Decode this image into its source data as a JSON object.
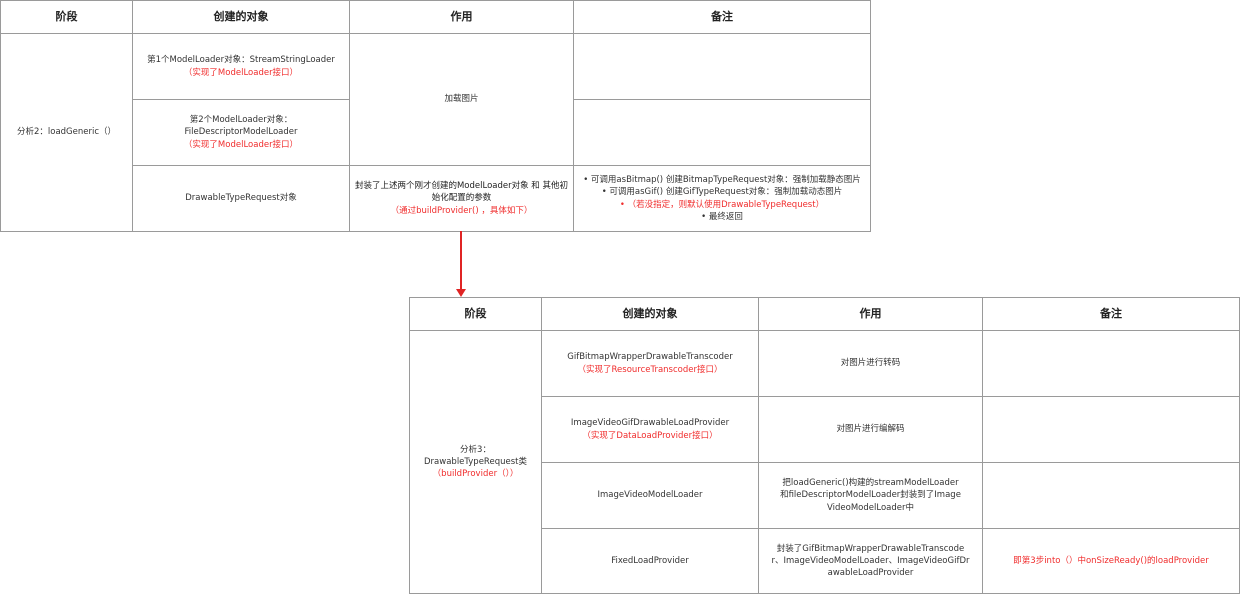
{
  "table1": {
    "headers": [
      "阶段",
      "创建的对象",
      "作用",
      "备注"
    ],
    "stage": "分析2：loadGeneric（）",
    "rows": [
      {
        "object": "第1个ModelLoader对象：StreamStringLoader",
        "object_note": "（实现了ModelLoader接口）"
      },
      {
        "object": "第2个ModelLoader对象：FileDescriptorModelLoader",
        "object_note": "（实现了ModelLoader接口）"
      },
      {
        "object": "DrawableTypeRequest对象",
        "purpose": "封装了上述两个刚才创建的ModelLoader对象 和 其他初始化配置的参数",
        "purpose_note": "（通过buildProvider()  ，具体如下）",
        "remarks": [
          "• 可调用asBitmap() 创建BitmapTypeRequest对象：强制加载静态图片",
          "• 可调用asGif() 创建GifTypeRequest对象：强制加载动态图片",
          "• （若没指定，则默认使用DrawableTypeRequest）",
          "• 最终返回"
        ]
      }
    ],
    "purpose_merged": "加载图片"
  },
  "table2": {
    "headers": [
      "阶段",
      "创建的对象",
      "作用",
      "备注"
    ],
    "stage": "分析3：DrawableTypeRequest类",
    "stage_note": "（buildProvider（））",
    "rows": [
      {
        "object": "GifBitmapWrapperDrawableTranscoder",
        "object_note": "（实现了ResourceTranscoder接口）",
        "purpose": "对图片进行转码",
        "remark": ""
      },
      {
        "object": "ImageVideoGifDrawableLoadProvider",
        "object_note": "（实现了DataLoadProvider接口）",
        "purpose": "对图片进行编解码",
        "remark": ""
      },
      {
        "object": "ImageVideoModelLoader",
        "purpose": "把loadGeneric()构建的streamModelLoader和fileDescriptorModelLoader封装到了ImageVideoModelLoader中",
        "remark": ""
      },
      {
        "object": "FixedLoadProvider",
        "purpose": "封装了GifBitmapWrapperDrawableTranscoder、ImageVideoModelLoader、ImageVideoGifDrawableLoadProvider",
        "remark": "即第3步into（）中onSizeReady()的loadProvider"
      }
    ]
  },
  "colors": {
    "border": "#9a9a9a",
    "accent_red": "#f02c2c",
    "arrow": "#e02424"
  }
}
